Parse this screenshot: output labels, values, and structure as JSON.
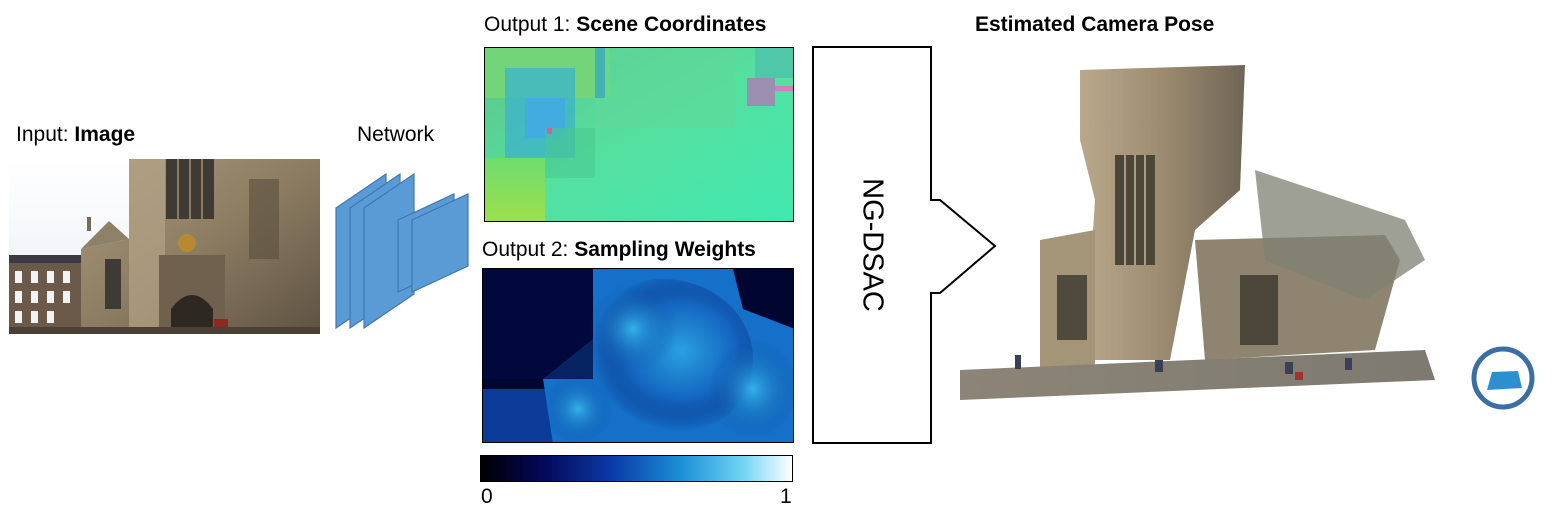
{
  "input": {
    "prefix": "Input: ",
    "bold": "Image"
  },
  "network": {
    "label": "Network"
  },
  "output1": {
    "prefix": "Output 1: ",
    "bold": "Scene Coordinates"
  },
  "output2": {
    "prefix": "Output 2: ",
    "bold": "Sampling Weights"
  },
  "colorbar": {
    "min_label": "0",
    "max_label": "1",
    "colors": [
      "#000000",
      "#04085a",
      "#0b3aa6",
      "#1a8fd6",
      "#6fd4f4",
      "#ffffff"
    ]
  },
  "dsac": {
    "label": "NG-DSAC"
  },
  "pose": {
    "title": "Estimated Camera Pose"
  },
  "colors": {
    "network_layer": "#5b9bd5",
    "network_stroke": "#3f78b0",
    "camera_ring": "#3a6ea5",
    "camera_marker": "#2e8fd0"
  }
}
